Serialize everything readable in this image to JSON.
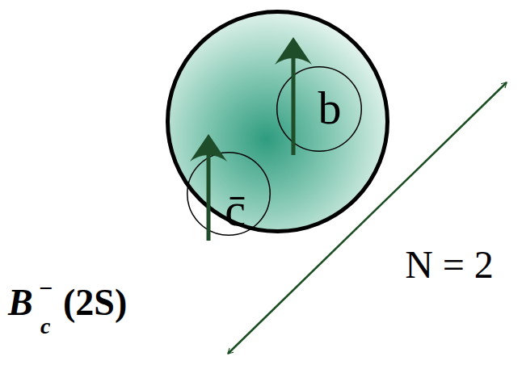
{
  "diagram": {
    "nodes": [
      {
        "text": [
          "B",
          "c",
          "−",
          "(2S)"
        ]
      },
      {
        "text": [
          "b"
        ],
        "in": 0
      },
      {
        "text": [
          "c̄"
        ],
        "in": 0
      }
    ],
    "labels": [
      "N = 2"
    ]
  }
}
